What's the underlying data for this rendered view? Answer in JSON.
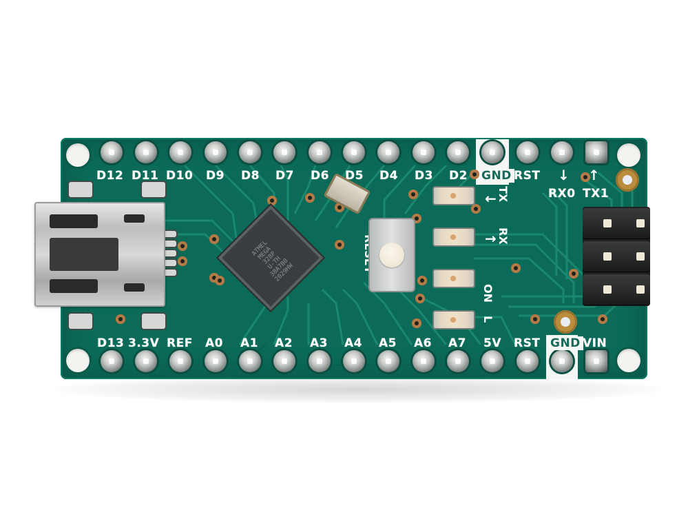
{
  "image": {
    "subject": "Arduino Nano circuit board",
    "background_color": "#ffffff",
    "pcb_color": "#0b6a58"
  },
  "top_header": {
    "labels": [
      "D12",
      "D11",
      "D10",
      "D9",
      "D8",
      "D7",
      "D6",
      "D5",
      "D4",
      "D3",
      "D2",
      "GND",
      "RST",
      "RX0",
      "TX1"
    ]
  },
  "bottom_header": {
    "labels": [
      "D13",
      "3.3V",
      "REF",
      "A0",
      "A1",
      "A2",
      "A3",
      "A4",
      "A5",
      "A6",
      "A7",
      "5V",
      "RST",
      "GND",
      "VIN"
    ]
  },
  "leds": {
    "tx": "TX",
    "rx": "RX",
    "on": "ON",
    "l": "L"
  },
  "button": {
    "label": "RESET"
  },
  "chip": {
    "lines": [
      "ATMEL",
      "MEGA",
      "328P",
      "U-TH",
      "38A7B0",
      "2029HW"
    ]
  },
  "arrows": {
    "tx": "←",
    "rx": "→",
    "rx0": "↓",
    "tx1": "↑"
  },
  "colors": {
    "pcb": "#0b6a58",
    "trace": "#1c8c72",
    "silkscreen": "#ffffff",
    "pad_silver": "#c9ccc8",
    "header_black": "#1f2120",
    "gold": "#b98d3c"
  }
}
